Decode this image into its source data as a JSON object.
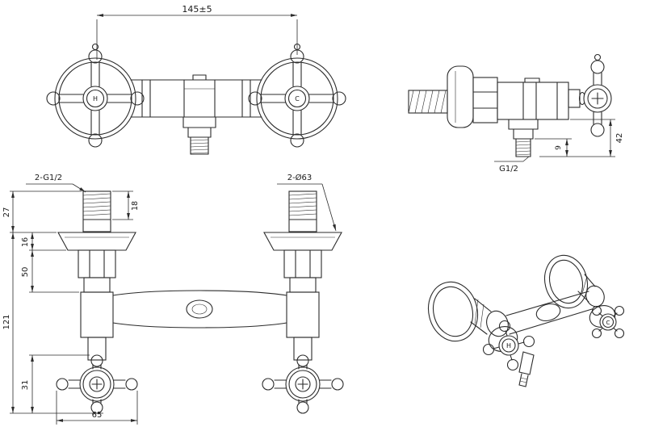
{
  "drawing": {
    "front": {
      "width_dim": "145±5",
      "hot_label": "H",
      "cold_label": "C"
    },
    "side": {
      "height_dim": "42",
      "thread_len_dim": "9",
      "outlet_thread": "G1/2"
    },
    "plan": {
      "inlet_thread_callout": "2-G1/2",
      "flange_dia_callout": "2-Ø63",
      "thread_len": "18",
      "stud_height": "27",
      "flange_height": "16",
      "hex_section": "50",
      "overall_height": "121",
      "handle_depth": "31",
      "handle_width": "65"
    },
    "iso": {
      "hot_label": "H",
      "cold_label": "C"
    }
  }
}
